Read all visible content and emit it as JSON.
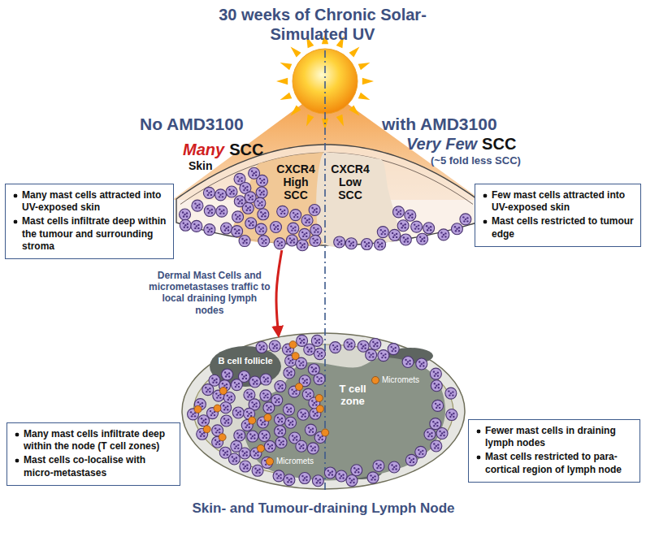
{
  "diagram": {
    "title": "30 weeks of Chronic Solar-Simulated UV",
    "nodes": [
      {
        "text": [
          "Many mast cells attracted into UV-exposed skin",
          "Mast cells infiltrate deep within the tumour and surrounding stroma"
        ]
      },
      {
        "text": [
          "Skin"
        ]
      },
      {
        "text": [
          "CXCR4 High SCC"
        ],
        "in": 1
      },
      {
        "text": [
          "CXCR4 Low SCC"
        ],
        "in": 1
      },
      {
        "text": [
          "Few mast cells attracted into UV-exposed skin",
          "Mast cells restricted to tumour edge"
        ]
      },
      {
        "text": [
          "Skin- and Tumour-draining Lymph Node"
        ]
      },
      {
        "text": [
          "B cell follicle"
        ],
        "in": 5
      },
      {
        "text": [
          "T cell zone"
        ],
        "in": 5
      },
      {
        "text": [
          "Many mast cells infiltrate deep within the node (T cell zones)",
          "Mast cells co-localise with micro-metastases"
        ]
      },
      {
        "text": [
          "Fewer mast cells in draining lymph nodes",
          "Mast cells restricted to para-cortical region of lymph node"
        ]
      }
    ],
    "edges": [
      {
        "from": 2,
        "to": 5,
        "arrow": "to",
        "label": "Dermal Mast Cells and micrometastases traffic to local draining lymph nodes"
      }
    ],
    "labels": [
      "No AMD3100",
      "Many",
      "SCC",
      "with AMD3100",
      "Very Few",
      "SCC",
      "(~5 fold less SCC)",
      "Micromets",
      "Micromets"
    ]
  }
}
